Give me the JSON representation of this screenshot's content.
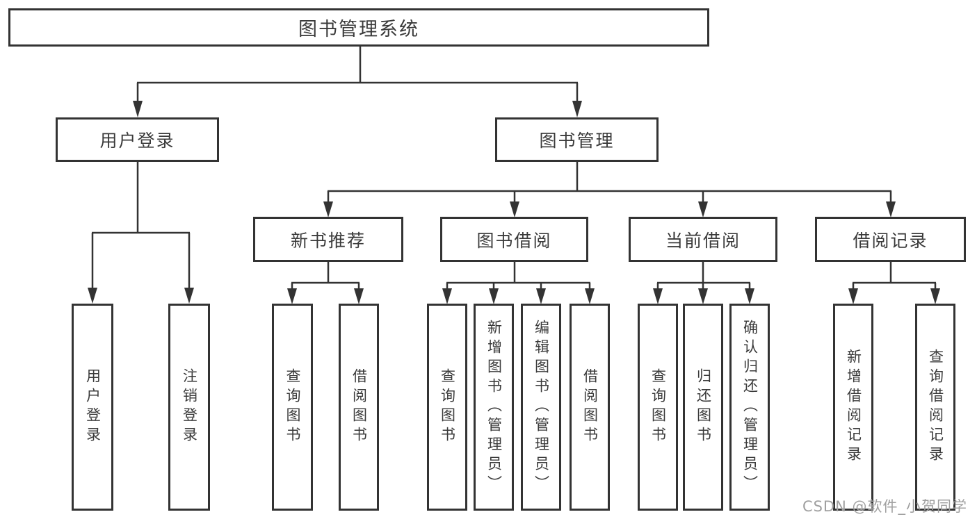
{
  "diagram": {
    "root": {
      "label": "图书管理系统"
    },
    "branches": [
      {
        "label": "用户登录",
        "children": [
          {
            "label": "用户登录"
          },
          {
            "label": "注销登录"
          }
        ]
      },
      {
        "label": "图书管理",
        "children": [
          {
            "label": "新书推荐",
            "children": [
              {
                "label": "查询图书"
              },
              {
                "label": "借阅图书"
              }
            ]
          },
          {
            "label": "图书借阅",
            "children": [
              {
                "label": "查询图书"
              },
              {
                "label": "新增图书（管理员）"
              },
              {
                "label": "编辑图书（管理员）"
              },
              {
                "label": "借阅图书"
              }
            ]
          },
          {
            "label": "当前借阅",
            "children": [
              {
                "label": "查询图书"
              },
              {
                "label": "归还图书"
              },
              {
                "label": "确认归还（管理员）"
              }
            ]
          },
          {
            "label": "借阅记录",
            "children": [
              {
                "label": "新增借阅记录"
              },
              {
                "label": "查询借阅记录"
              }
            ]
          }
        ]
      }
    ],
    "watermark": "CSDN @软件_小贺同学",
    "colors": {
      "line": "#333333",
      "text": "#3a3a3a",
      "watermark": "#a0a0a0",
      "background": "#ffffff"
    }
  }
}
